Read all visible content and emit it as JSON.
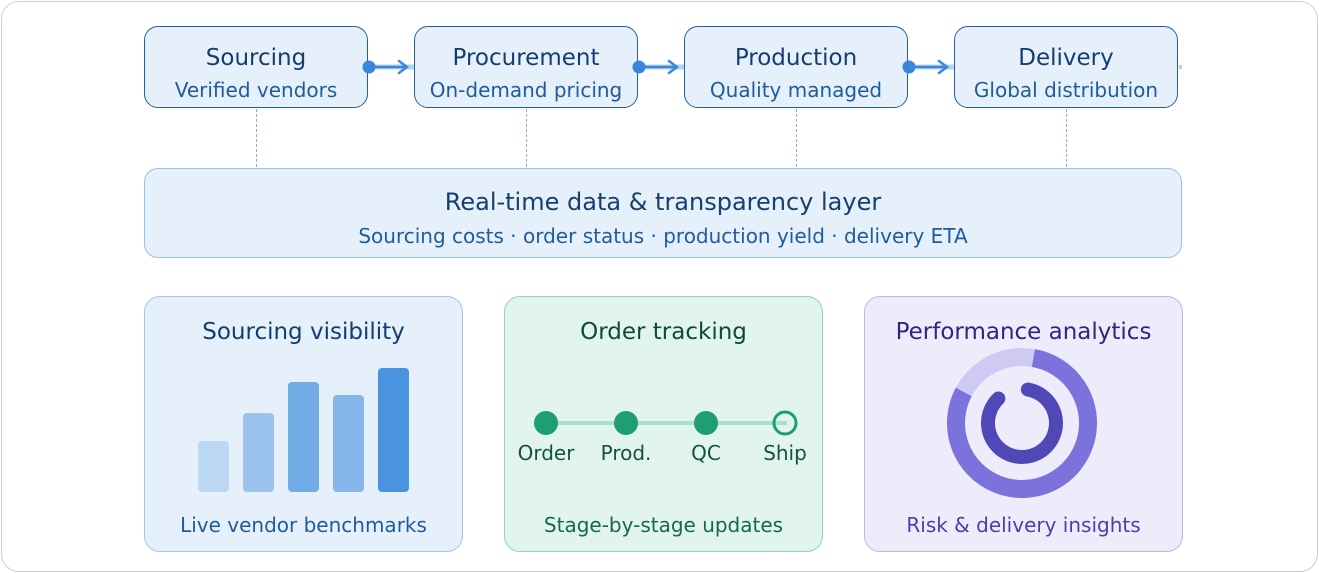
{
  "pipeline": {
    "stages": [
      {
        "title": "Sourcing",
        "subtitle": "Verified vendors"
      },
      {
        "title": "Procurement",
        "subtitle": "On-demand pricing"
      },
      {
        "title": "Production",
        "subtitle": "Quality managed"
      },
      {
        "title": "Delivery",
        "subtitle": "Global distribution"
      }
    ]
  },
  "data_layer": {
    "title": "Real-time data & transparency layer",
    "subtitle": "Sourcing costs · order status · production yield · delivery ETA"
  },
  "cards": {
    "sourcing": {
      "title": "Sourcing visibility",
      "caption": "Live vendor benchmarks",
      "bars": [
        {
          "value": 51,
          "color": "#bcd8f4"
        },
        {
          "value": 79,
          "color": "#9cc3ee"
        },
        {
          "value": 110,
          "color": "#72ace6"
        },
        {
          "value": 97,
          "color": "#87b7ea"
        },
        {
          "value": 124,
          "color": "#4a93de"
        }
      ],
      "bar_max": 124
    },
    "order": {
      "title": "Order tracking",
      "caption": "Stage-by-stage updates",
      "steps": [
        {
          "label": "Order",
          "complete": true
        },
        {
          "label": "Prod.",
          "complete": true
        },
        {
          "label": "QC",
          "complete": true
        },
        {
          "label": "Ship",
          "complete": false
        }
      ],
      "colors": {
        "complete": "#1f9e73",
        "line": "#a6e2cb"
      }
    },
    "performance": {
      "title": "Performance analytics",
      "caption": "Risk & delivery insights",
      "outer_progress": 0.8,
      "inner_progress": 0.85,
      "colors": {
        "outer": "#7c72dc",
        "outer_track": "#cfcaf3",
        "inner": "#5148b8"
      }
    }
  },
  "colors": {
    "connector": "#3b86da",
    "connector_band": "#b3d3f2"
  }
}
